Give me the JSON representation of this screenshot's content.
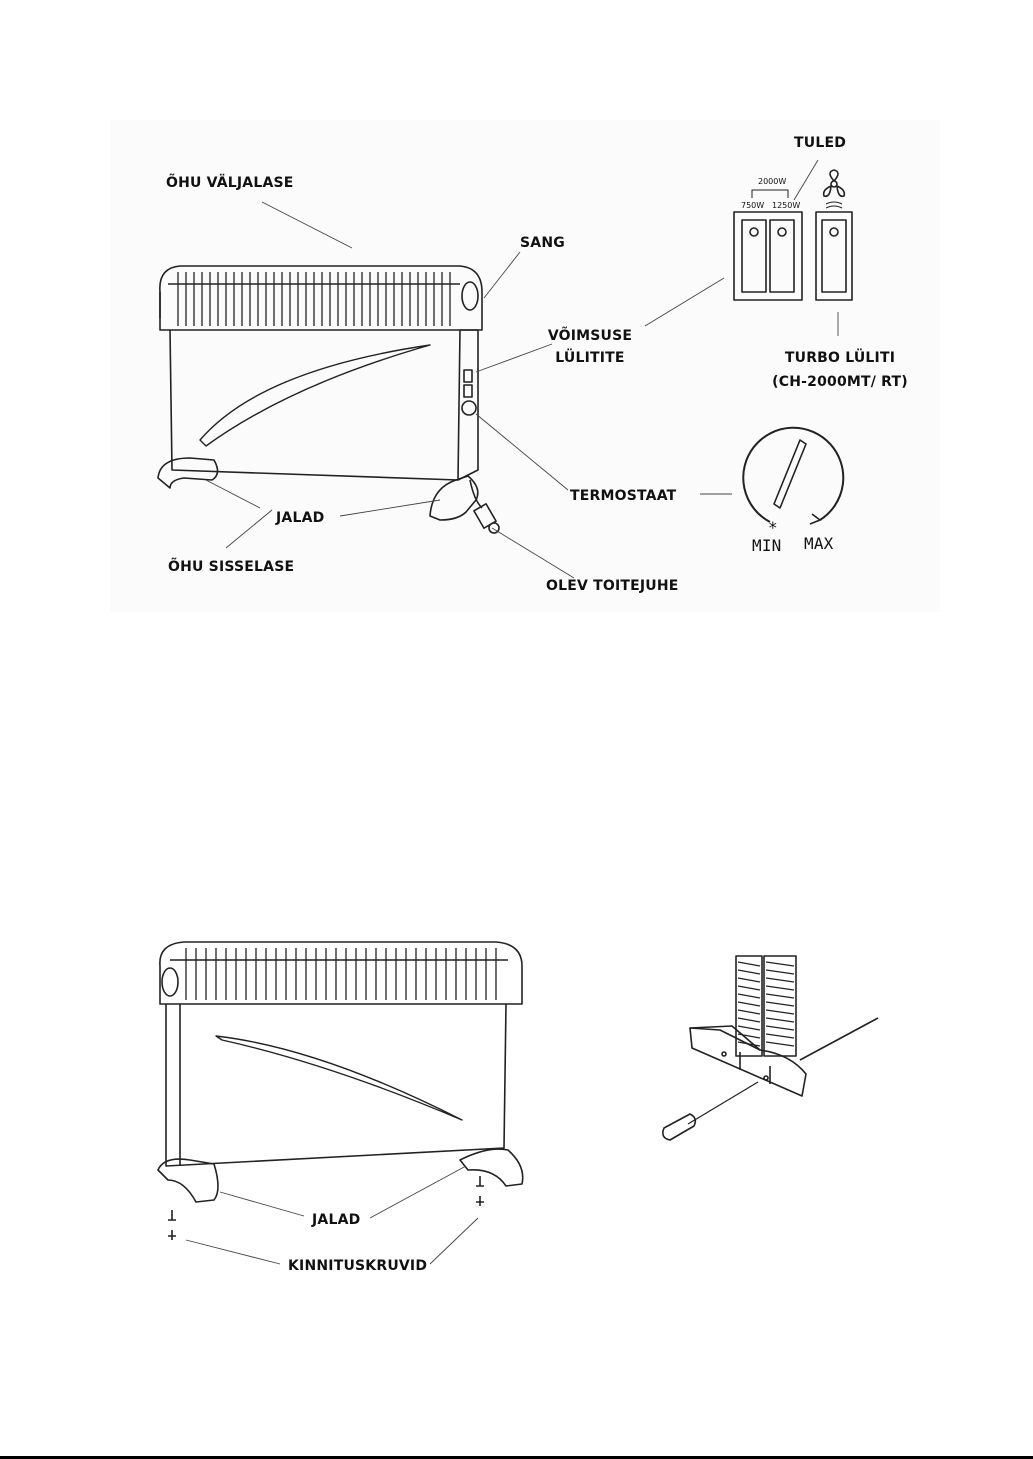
{
  "figure1": {
    "labels": {
      "air_outlet": "ÕHU VÄLJALASE",
      "lights": "TULED",
      "handle": "SANG",
      "power_switches_line1": "VÕIMSUSE",
      "power_switches_line2": "LÜLITITE",
      "turbo_switch_line1": "TURBO LÜLITI",
      "turbo_switch_line2": "(CH-2000MT/ RT)",
      "thermostat": "TERMOSTAAT",
      "feet": "JALAD",
      "air_inlet": "ÕHU SISSELASE",
      "power_cord": "OLEV TOITEJUHE"
    },
    "switch_panel": {
      "total_power": "2000W",
      "power_low": "750W",
      "power_high": "1250W"
    },
    "dial": {
      "min_label": "MIN",
      "max_label": "MAX",
      "marker": "*"
    }
  },
  "figure2": {
    "labels": {
      "feet": "JALAD",
      "screws": "KINNITUSKRUVID"
    }
  }
}
